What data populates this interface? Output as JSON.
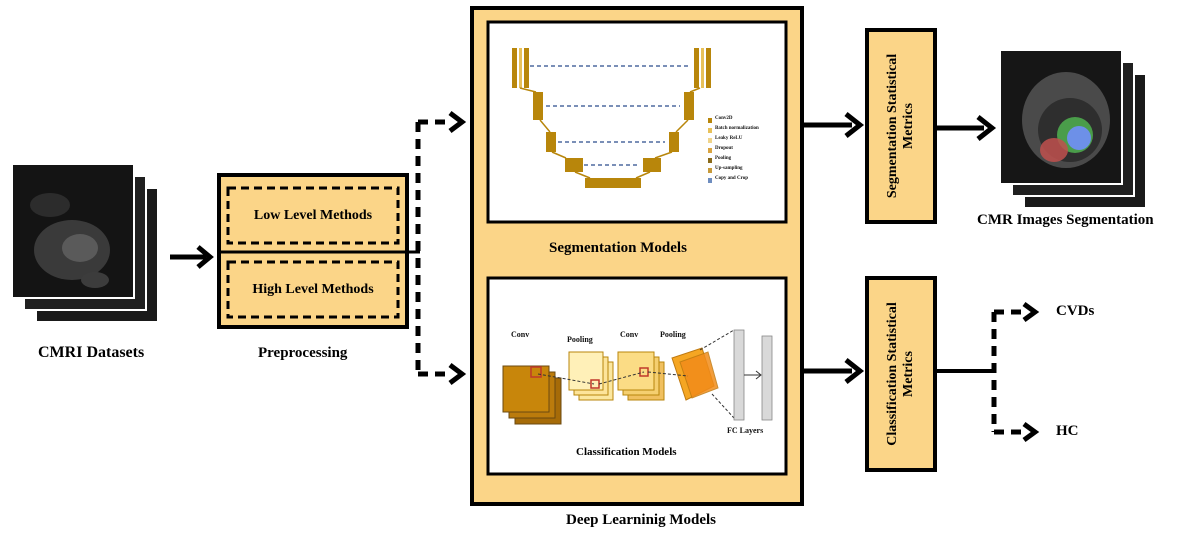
{
  "input": {
    "label": "CMRI Datasets"
  },
  "preprocessing": {
    "label": "Preprocessing",
    "methods": [
      "Low Level Methods",
      "High Level Methods"
    ]
  },
  "deep_learning": {
    "label": "Deep Learninig Models",
    "segmentation": {
      "label": "Segmentation Models",
      "legend": [
        "Conv2D",
        "Batch normalization",
        "Leaky ReLU",
        "Dropout",
        "Pooling",
        "Up-sampling",
        "Copy and Crop"
      ]
    },
    "classification": {
      "label": "Classification Models",
      "layers": [
        "Conv",
        "Pooling",
        "Conv",
        "Pooling"
      ],
      "fc_label": "FC Layers"
    }
  },
  "metrics": {
    "segmentation": "Segmentation Statistical Metrics",
    "classification": "Classification Statistical Metrics"
  },
  "outputs": {
    "segmentation": "CMR Images Segmentation",
    "classes": [
      "CVDs",
      "HC"
    ]
  },
  "colors": {
    "fill": "#fbd588",
    "border": "#000000",
    "unet_block": "#b8860b",
    "cnn_dark": "#c8860b",
    "cnn_light": "#fde49a",
    "cnn_orange": "#f5a623"
  }
}
